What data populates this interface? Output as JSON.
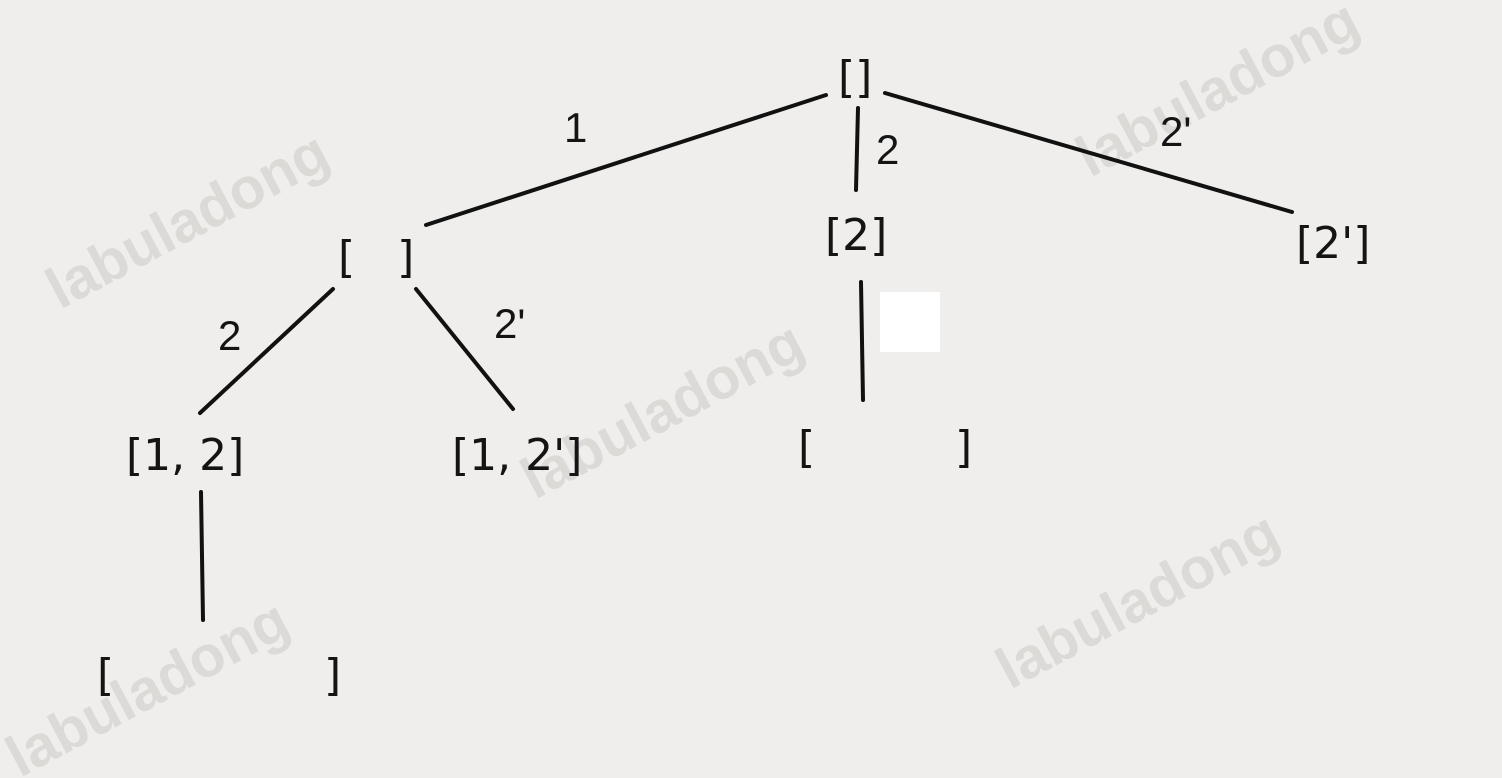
{
  "tree": {
    "nodes": {
      "root": "[]",
      "n_left": "[   ]",
      "n_mid": "[2]",
      "n_right": "[2']",
      "n_12": "[1, 2]",
      "n_12p": "[1, 2']",
      "n_mid_child": "[          ]",
      "n_12_child": "[               ]"
    },
    "edges": {
      "root_to_left": "1",
      "root_to_mid": "2",
      "root_to_right": "2'",
      "left_to_12": "2",
      "left_to_12p": "2'"
    }
  },
  "watermarks": [
    {
      "text": "labuladong"
    },
    {
      "text": "labuladong"
    },
    {
      "text": "labuladong"
    },
    {
      "text": "labuladong"
    },
    {
      "text": "labuladong"
    }
  ],
  "colors": {
    "background": "#efeeec",
    "ink": "#141414",
    "watermark": "#d8d7d4"
  }
}
